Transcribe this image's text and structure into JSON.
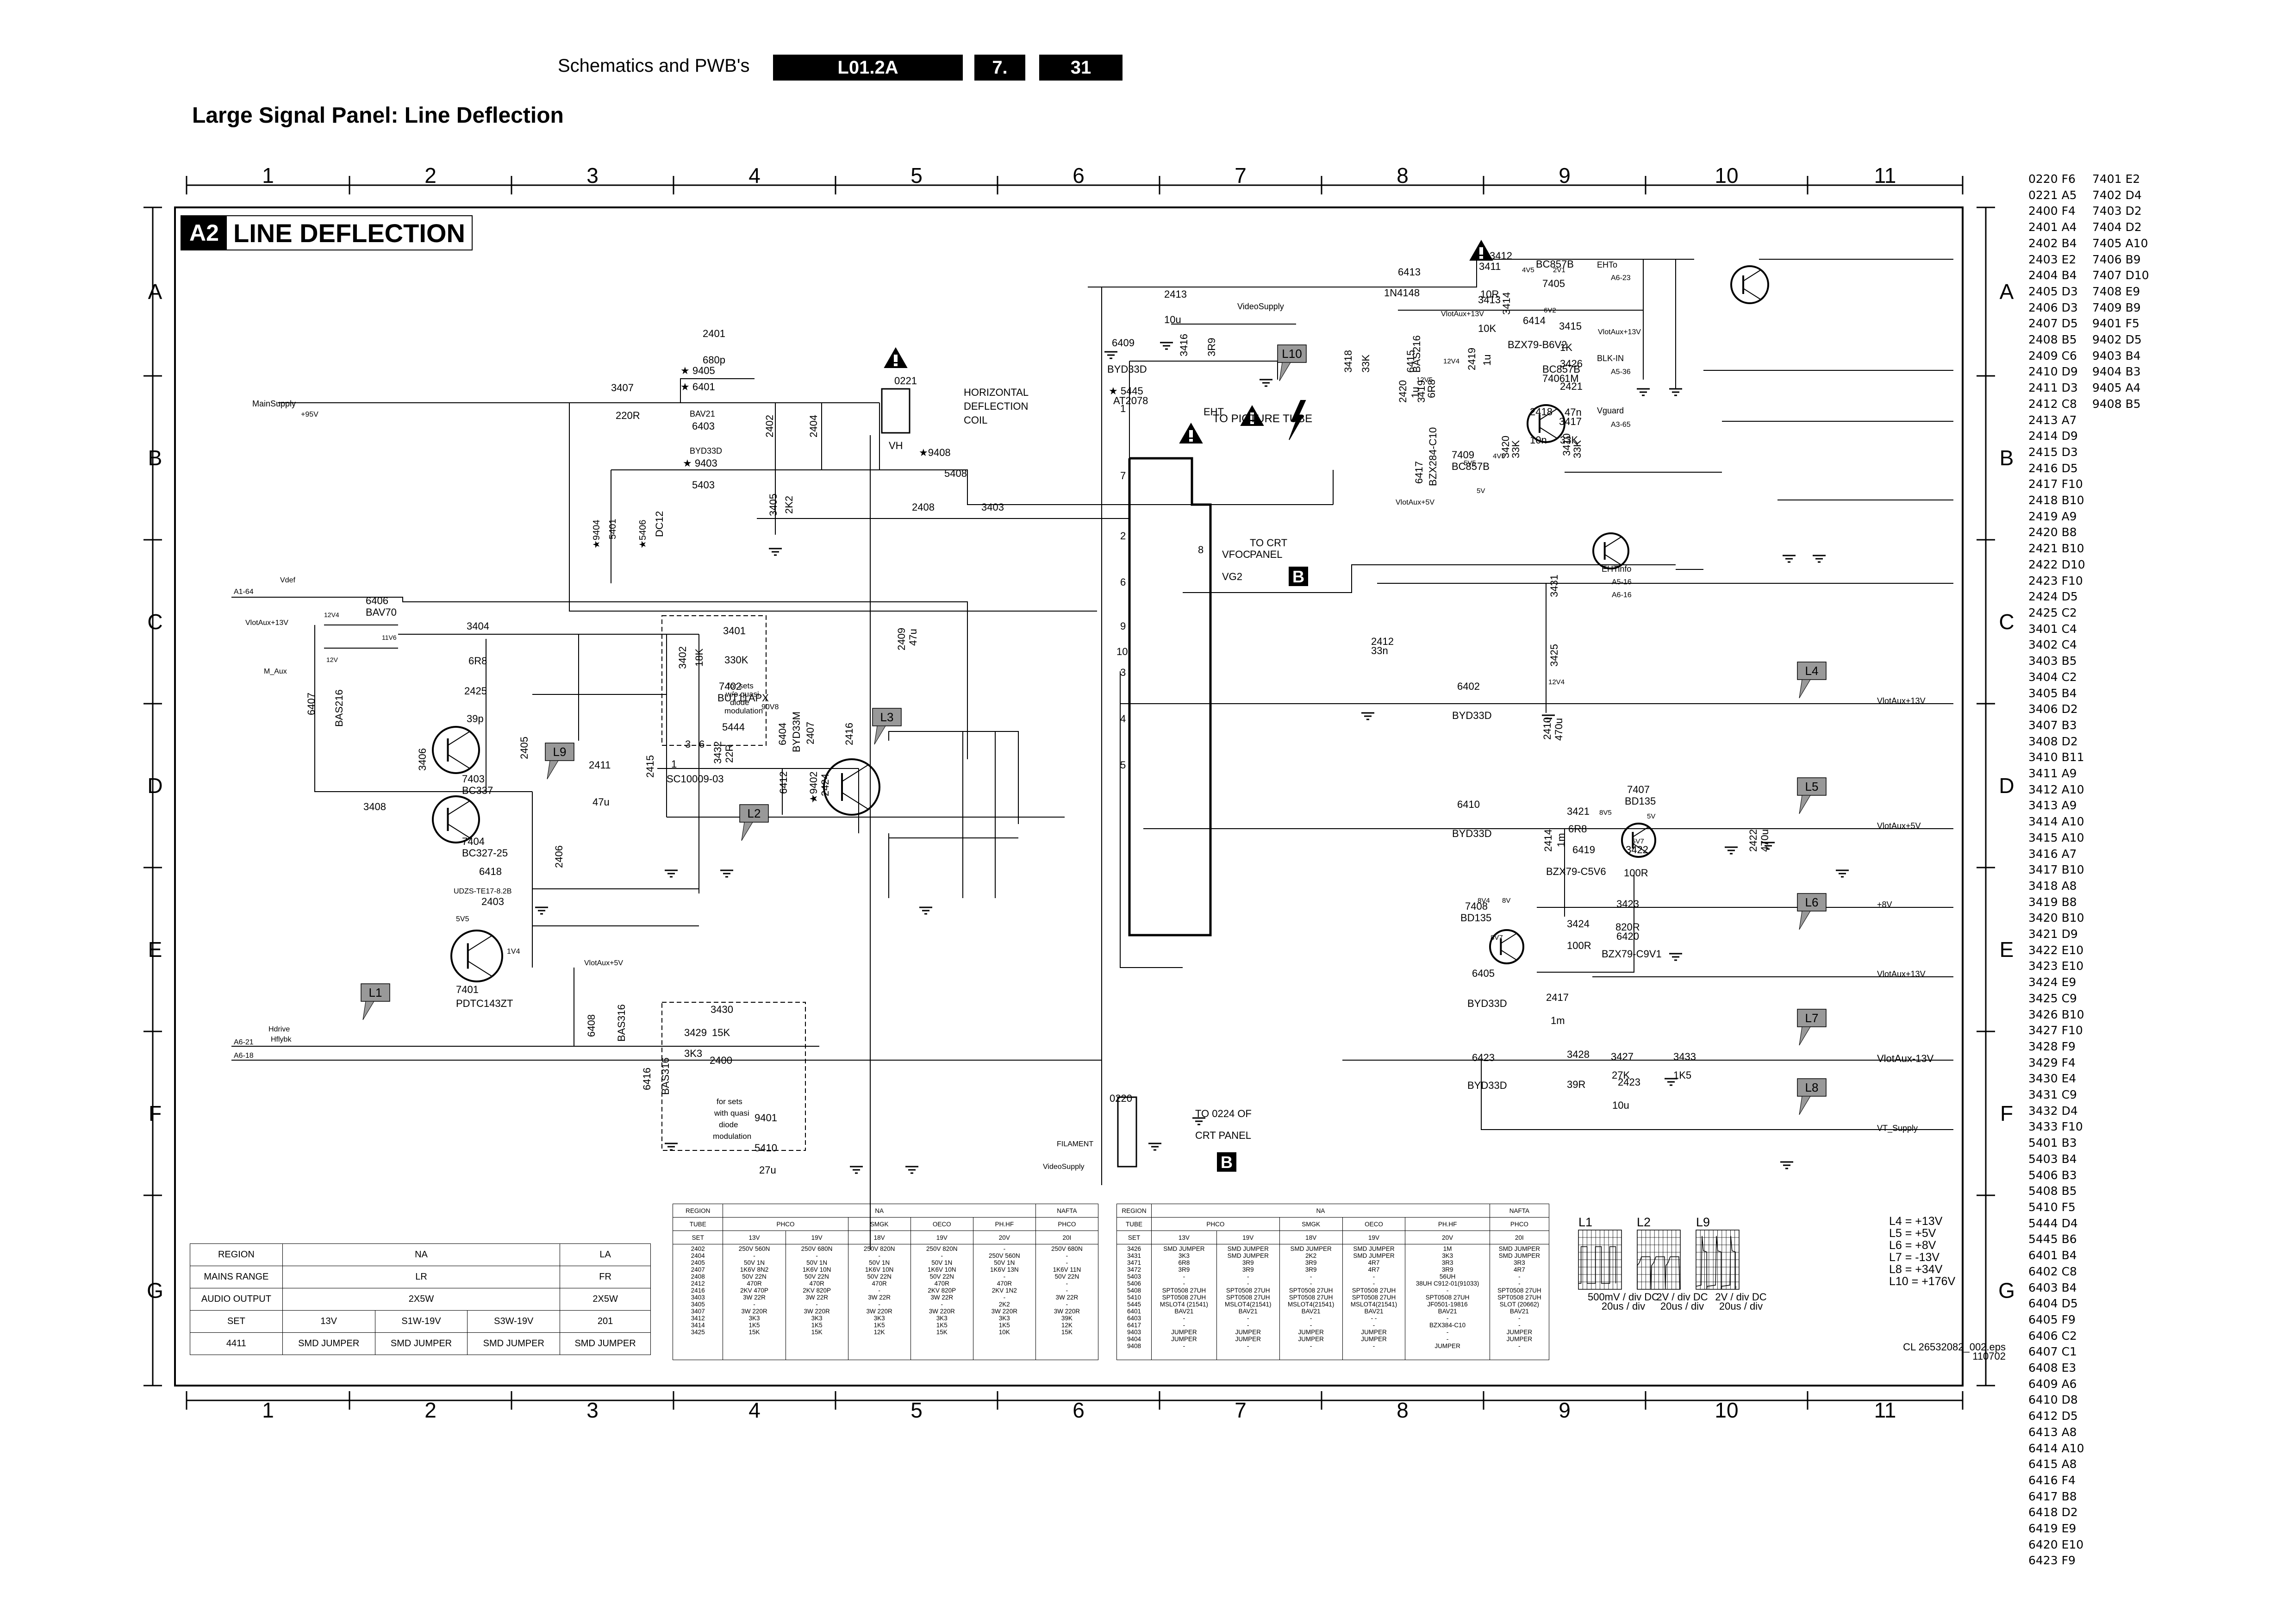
{
  "header": {
    "section_title": "Schematics and PWB's",
    "model": "L01.2A",
    "chapter": "7.",
    "page": "31"
  },
  "page_title": "Large Signal Panel: Line Deflection",
  "diagram": {
    "badge": "A2",
    "title": "LINE DEFLECTION",
    "grid_columns": [
      "1",
      "2",
      "3",
      "4",
      "5",
      "6",
      "7",
      "8",
      "9",
      "10",
      "11"
    ],
    "grid_rows": [
      "A",
      "B",
      "C",
      "D",
      "E",
      "F",
      "G"
    ],
    "labels": {
      "mainsupply": "MainSupply",
      "v95": "+95V",
      "r3407": "3407",
      "r3407v": "220R",
      "c2401": "2401",
      "c2401v": "680p",
      "j9405": "★ 9405",
      "d6401": "★ 6401",
      "d6401v": "BAV21",
      "d6403": "6403",
      "d6403v": "BYD33D",
      "j9403": "★ 9403",
      "l5403": "5403",
      "c2402": "2402",
      "c2404": "2404",
      "r3405": "3405",
      "r3405v": "2K2",
      "j9404": "★9404",
      "l5401": "5401",
      "l5406": "★5406",
      "l5406v": "DC12",
      "con0221": "0221",
      "vh": "VH",
      "hdc1": "HORIZONTAL",
      "hdc2": "DEFLECTION",
      "hdc3": "COIL",
      "j9408": "★9408",
      "l5408": "5408",
      "c2408": "2408",
      "r3403": "3403",
      "vdef": "Vdef",
      "a164": "A1-64",
      "vlot13a": "VlotAux+13V",
      "maux": "M_Aux",
      "d6406": "6406",
      "d6406v": "BAV70",
      "v12v4": "12V4",
      "v12v": "12V",
      "v11v6": "11V6",
      "d6407": "6407",
      "d6407v": "BAS216",
      "r3404": "3404",
      "r3404v": "6R8",
      "c2425": "2425",
      "c2425v": "39p",
      "r3406": "3406",
      "r3408": "3408",
      "q7403": "7403",
      "q7403v": "BC337",
      "q7404": "7404",
      "q7404v": "BC327-25",
      "d6418": "6418",
      "d6418v": "UDZS-TE17-8.2B",
      "c2403": "2403",
      "q7401": "7401",
      "q7401v": "PDTC143ZT",
      "v5v5": "5V5",
      "v1v4": "1V4",
      "c2405": "2405",
      "c2406": "2406",
      "c2411": "2411",
      "c2411v": "47u",
      "hdrive": "Hdrive",
      "hflybk": "Hflybk",
      "a621": "A6-21",
      "a618": "A6-18",
      "vlot5a": "VlotAux+5V",
      "d6408": "6408",
      "d6408v": "BAS316",
      "r3401": "3401",
      "r3401v": "330K",
      "r3402": "3402",
      "r3402v": "18K",
      "note1a": "for sets",
      "note1b": "w/o quasi",
      "note1c": "diode",
      "note1d": "modulation",
      "c2415": "2415",
      "t5444": "5444",
      "t5444v": "SC10009-03",
      "r3432": "3432",
      "r3432v": "22R",
      "q7402": "7402",
      "q7402v": "BUT11APX",
      "v90v8": "90V8",
      "d6404": "6404",
      "d6404v": "BYD33M",
      "c2407": "2407",
      "c2416": "2416",
      "d6412": "6412",
      "j9402": "★9402",
      "c2424": "2424",
      "c2409": "2409",
      "c2409v": "47u",
      "r3429": "3429",
      "r3429v": "3K3",
      "r3430": "3430",
      "r3430v": "15K",
      "c2400": "2400",
      "d6416": "6416",
      "d6416v": "BAS316",
      "note2a": "for sets",
      "note2b": "with quasi",
      "note2c": "diode",
      "note2d": "modulation",
      "j9401": "9401",
      "l5410": "5410",
      "l5410v": "27u",
      "con0220": "0220",
      "filament": "FILAMENT",
      "vsupply2": "VideoSupply",
      "to0224a": "TO 0224 OF",
      "to0224b": "CRT PANEL",
      "c2413": "2413",
      "c2413v": "10u",
      "vsupply": "VideoSupply",
      "r3416": "3416",
      "r3416v": "3R9",
      "d6409": "6409",
      "d6409v": "BYD33D",
      "t5445": "★ 5445",
      "t5445v": "AT2078",
      "eht": "EHT",
      "topt": "TO PICTURE TUBE",
      "vfoc": "VFOC",
      "vg2": "VG2",
      "tocrt1": "TO CRT",
      "tocrt2": "PANEL",
      "c2412": "2412",
      "c2412v": "33n",
      "d6413": "6413",
      "d6413v": "1N4148",
      "r3411": "3411",
      "r3411v": "10R",
      "r3413": "3413",
      "r3413v": "10K",
      "r3418": "3418",
      "r3418v": "33K",
      "d6415": "6415",
      "d6415v": "BAS216",
      "c2420": "2420",
      "c2420v": "1u",
      "r3419": "3419",
      "r3419v": "6R8",
      "c2419": "2419",
      "c2419v": "1u",
      "vlot13b": "VlotAux+13V",
      "q7406": "7406",
      "q7406v": "BC857B",
      "d6417": "6417",
      "d6417v": "BZX284-C10",
      "q7409": "7409",
      "q7409v": "BC857B",
      "vlot5b": "VlotAux+5V",
      "r3412": "3412",
      "r3414": "3414",
      "q7405": "7405",
      "q7405v": "BC857B",
      "v4v5": "4V5",
      "v2v1": "2V1",
      "v6v2": "6V2",
      "d6414": "6414",
      "d6414v": "BZX79-B6V2",
      "r3415": "3415",
      "r3415v": "1K",
      "vlot13c": "VlotAux+13V",
      "ehto": "EHTo",
      "a623": "A6-23",
      "blkin": "BLK-IN",
      "a536": "A5-36",
      "r3426": "3426",
      "r3426v": "1M",
      "c2421": "2421",
      "c2421v": "47n",
      "c2418": "2418",
      "c2418v": "10n",
      "r3417": "3417",
      "r3417v": "33K",
      "vguard": "Vguard",
      "a365": "A3-65",
      "r3420": "3420",
      "r3420v": "33K",
      "r3410": "3410",
      "r3410v": "33K",
      "ehtinfo": "EHTinfo",
      "a516": "A5-16",
      "a616": "A6-16",
      "r3431": "3431",
      "r3425": "3425",
      "d6402": "6402",
      "d6402v": "BYD33D",
      "c2410": "2410",
      "c2410v": "470u",
      "vlot13d": "VlotAux+13V",
      "d6410": "6410",
      "d6410v": "BYD33D",
      "r3421": "3421",
      "r3421v": "6R8",
      "q7407": "7407",
      "q7407v": "BD135",
      "c2414": "2414",
      "c2414v": "1m",
      "d6419": "6419",
      "d6419v": "BZX79-C5V6",
      "r3422": "3422",
      "r3422v": "100R",
      "c2422": "2422",
      "c2422v": "470u",
      "vlot5c": "VlotAux+5V",
      "p8v": "+8V",
      "q7408": "7408",
      "q7408v": "BD135",
      "r3423": "3423",
      "r3423v": "820R",
      "d6420": "6420",
      "d6420v": "BZX79-C9V1",
      "r3424": "3424",
      "r3424v": "100R",
      "vlot13e": "VlotAux+13V",
      "d6405": "6405",
      "d6405v": "BYD33D",
      "c2417": "2417",
      "c2417v": "1m",
      "vlotm13": "VlotAux-13V",
      "d6423": "6423",
      "d6423v": "BYD33D",
      "r3428": "3428",
      "r3428v": "39R",
      "r3427": "3427",
      "r3427v": "27K",
      "c2423": "2423",
      "c2423v": "10u",
      "r3433": "3433",
      "r3433v": "1K5",
      "vtsupply": "VT_Supply",
      "pin1": "1",
      "pin7": "7",
      "pin2": "2",
      "pin8": "8",
      "pin6": "6",
      "pin9": "9",
      "pin10": "10",
      "pin3": "3",
      "pin4": "4",
      "pin5": "5"
    },
    "probes": [
      "L1",
      "L2",
      "L3",
      "L4",
      "L5",
      "L6",
      "L7",
      "L8",
      "L9",
      "L10"
    ],
    "panel_badge": "B"
  },
  "option_table": {
    "rows": [
      [
        "REGION",
        "NA",
        "LA"
      ],
      [
        "MAINS RANGE",
        "LR",
        "FR"
      ],
      [
        "AUDIO OUTPUT",
        "2X5W",
        "2X5W"
      ],
      [
        "SET",
        "13V",
        "S1W-19V",
        "S3W-19V",
        "201"
      ],
      [
        "4411",
        "SMD JUMPER",
        "SMD JUMPER",
        "SMD JUMPER",
        "SMD JUMPER"
      ]
    ]
  },
  "variant_table_1": {
    "region_label": "REGION",
    "region_na": "NA",
    "region_nafta": "NAFTA",
    "tube_label": "TUBE",
    "tubes": [
      "PHCO",
      "SMGK",
      "OECO",
      "PH.HF",
      "PHCO"
    ],
    "set_label": "SET",
    "sets": [
      "13V",
      "19V",
      "18V",
      "19V",
      "20V",
      "20I"
    ],
    "items": [
      "2402",
      "2404",
      "2405",
      "2407",
      "2408",
      "2412",
      "2416",
      "3403",
      "3405",
      "3407",
      "3412",
      "3414",
      "3425"
    ],
    "columns": [
      [
        "250V 560N",
        "-",
        "50V 1N",
        "1K6V 8N2",
        "50V 22N",
        "470R",
        "2KV 470P",
        "3W 22R",
        "-",
        "3W 220R",
        "3K3",
        "1K5",
        "15K"
      ],
      [
        "250V 680N",
        "-",
        "50V 1N",
        "1K6V 10N",
        "50V 22N",
        "470R",
        "2KV 820P",
        "3W 22R",
        "-",
        "3W 220R",
        "3K3",
        "1K5",
        "15K"
      ],
      [
        "250V 820N",
        "-",
        "50V 1N",
        "1K6V 10N",
        "50V 22N",
        "470R",
        "-",
        "3W 22R",
        "-",
        "3W 220R",
        "3K3",
        "1K5",
        "12K"
      ],
      [
        "250V 820N",
        "-",
        "50V 1N",
        "1K6V 10N",
        "50V 22N",
        "470R",
        "2KV 820P",
        "3W 22R",
        "-",
        "3W 220R",
        "3K3",
        "1K5",
        "15K"
      ],
      [
        "-",
        "250V 560N",
        "50V 1N",
        "1K6V 13N",
        "-",
        "470R",
        "2KV 1N2",
        "-",
        "2K2",
        "3W 220R",
        "3K3",
        "1K5",
        "10K"
      ],
      [
        "250V 680N",
        "-",
        "-",
        "1K6V 11N",
        "50V 22N",
        "-",
        "-",
        "3W 22R",
        "-",
        "3W 220R",
        "39K",
        "12K",
        "15K"
      ]
    ]
  },
  "variant_table_2": {
    "region_label": "REGION",
    "region_na": "NA",
    "region_nafta": "NAFTA",
    "tube_label": "TUBE",
    "tubes": [
      "PHCO",
      "SMGK",
      "OECO",
      "PH.HF",
      "PHCO"
    ],
    "set_label": "SET",
    "sets": [
      "13V",
      "19V",
      "18V",
      "19V",
      "20V",
      "20I"
    ],
    "items": [
      "3426",
      "3431",
      "3471",
      "3472",
      "5403",
      "5406",
      "5408",
      "5410",
      "5445",
      "6401",
      "6403",
      "6417",
      "9403",
      "9404",
      "9408"
    ],
    "columns": [
      [
        "SMD JUMPER",
        "3K3",
        "6R8",
        "3R9",
        "-",
        "-",
        "SPT0508 27UH",
        "SPT0508 27UH",
        "MSLOT4 (21541)",
        "BAV21",
        "-",
        "-",
        "JUMPER",
        "JUMPER",
        "-"
      ],
      [
        "SMD JUMPER",
        "SMD JUMPER",
        "3R9",
        "3R9",
        "-",
        "-",
        "SPT0508 27UH",
        "SPT0508 27UH",
        "MSLOT4(21541)",
        "BAV21",
        "-",
        "-",
        "JUMPER",
        "JUMPER",
        "-"
      ],
      [
        "SMD JUMPER",
        "2K2",
        "3R9",
        "3R9",
        "-",
        "-",
        "SPT0508 27UH",
        "SPT0508 27UH",
        "MSLOT4(21541)",
        "BAV21",
        "-",
        "-",
        "JUMPER",
        "JUMPER",
        "-"
      ],
      [
        "SMD JUMPER",
        "SMD JUMPER",
        "4R7",
        "4R7",
        "-",
        "-",
        "SPT0508 27UH",
        "SPT0508 27UH",
        "MSLOT4(21541)",
        "BAV21",
        "- -",
        "-",
        "JUMPER",
        "JUMPER",
        "-"
      ],
      [
        "1M",
        "3K3",
        "3R3",
        "3R9",
        "56UH",
        "38UH C912-01(91033)",
        "-",
        "SPT0508 27UH",
        "JF0501-19816",
        "BAV21",
        "-",
        "BZX384-C10",
        "-",
        "-",
        "JUMPER"
      ],
      [
        "SMD JUMPER",
        "SMD JUMPER",
        "3R3",
        "4R7",
        "-",
        "-",
        "SPT0508 27UH",
        "SPT0508 27UH",
        "SLOT (20662)",
        "BAV21",
        "-",
        "-",
        "JUMPER",
        "JUMPER",
        "-"
      ]
    ]
  },
  "scopes": [
    {
      "label": "L1",
      "vdiv": "500mV / div DC",
      "tdiv": "20us / div"
    },
    {
      "label": "L2",
      "vdiv": "2V / div DC",
      "tdiv": "20us / div"
    },
    {
      "label": "L9",
      "vdiv": "2V / div DC",
      "tdiv": "20us / div"
    }
  ],
  "voltage_legend": [
    "L4 = +13V",
    "L5 = +5V",
    "L6 = +8V",
    "L7 = -13V",
    "L8 = +34V",
    "L10 = +176V"
  ],
  "footer": {
    "file": "CL 26532082_002.eps",
    "date": "110702"
  },
  "index_col1": [
    "0220 F6",
    "0221 A5",
    "2400 F4",
    "2401 A4",
    "2402 B4",
    "2403 E2",
    "2404 B4",
    "2405 D3",
    "2406 D3",
    "2407 D5",
    "2408 B5",
    "2409 C6",
    "2410 D9",
    "2411 D3",
    "2412 C8",
    "2413 A7",
    "2414 D9",
    "2415 D3",
    "2416 D5",
    "2417 F10",
    "2418 B10",
    "2419 A9",
    "2420 B8",
    "2421 B10",
    "2422 D10",
    "2423 F10",
    "2424 D5",
    "2425 C2",
    "3401 C4",
    "3402 C4",
    "3403 B5",
    "3404 C2",
    "3405 B4",
    "3406 D2",
    "3407 B3",
    "3408 D2",
    "3410 B11",
    "3411 A9",
    "3412 A10",
    "3413 A9",
    "3414 A10",
    "3415 A10",
    "3416 A7",
    "3417 B10",
    "3418 A8",
    "3419 B8",
    "3420 B10",
    "3421 D9",
    "3422 E10",
    "3423 E10",
    "3424 E9",
    "3425 C9",
    "3426 B10",
    "3427 F10",
    "3428 F9",
    "3429 F4",
    "3430 E4",
    "3431 C9",
    "3432 D4",
    "3433 F10",
    "5401 B3",
    "5403 B4",
    "5406 B3",
    "5408 B5",
    "5410 F5",
    "5444 D4",
    "5445 B6",
    "6401 B4",
    "6402 C8",
    "6403 B4",
    "6404 D5",
    "6405 F9",
    "6406 C2",
    "6407 C1",
    "6408 E3",
    "6409 A6",
    "6410 D8",
    "6412 D5",
    "6413 A8",
    "6414 A10",
    "6415 A8",
    "6416 F4",
    "6417 B8",
    "6418 D2",
    "6419 E9",
    "6420 E10",
    "6423 F9"
  ],
  "index_col2": [
    "7401 E2",
    "7402 D4",
    "7403 D2",
    "7404 D2",
    "7405 A10",
    "7406 B9",
    "7407 D10",
    "7408 E9",
    "7409 B9",
    "9401 F5",
    "9402 D5",
    "9403 B4",
    "9404 B3",
    "9405 A4",
    "9408 B5"
  ]
}
